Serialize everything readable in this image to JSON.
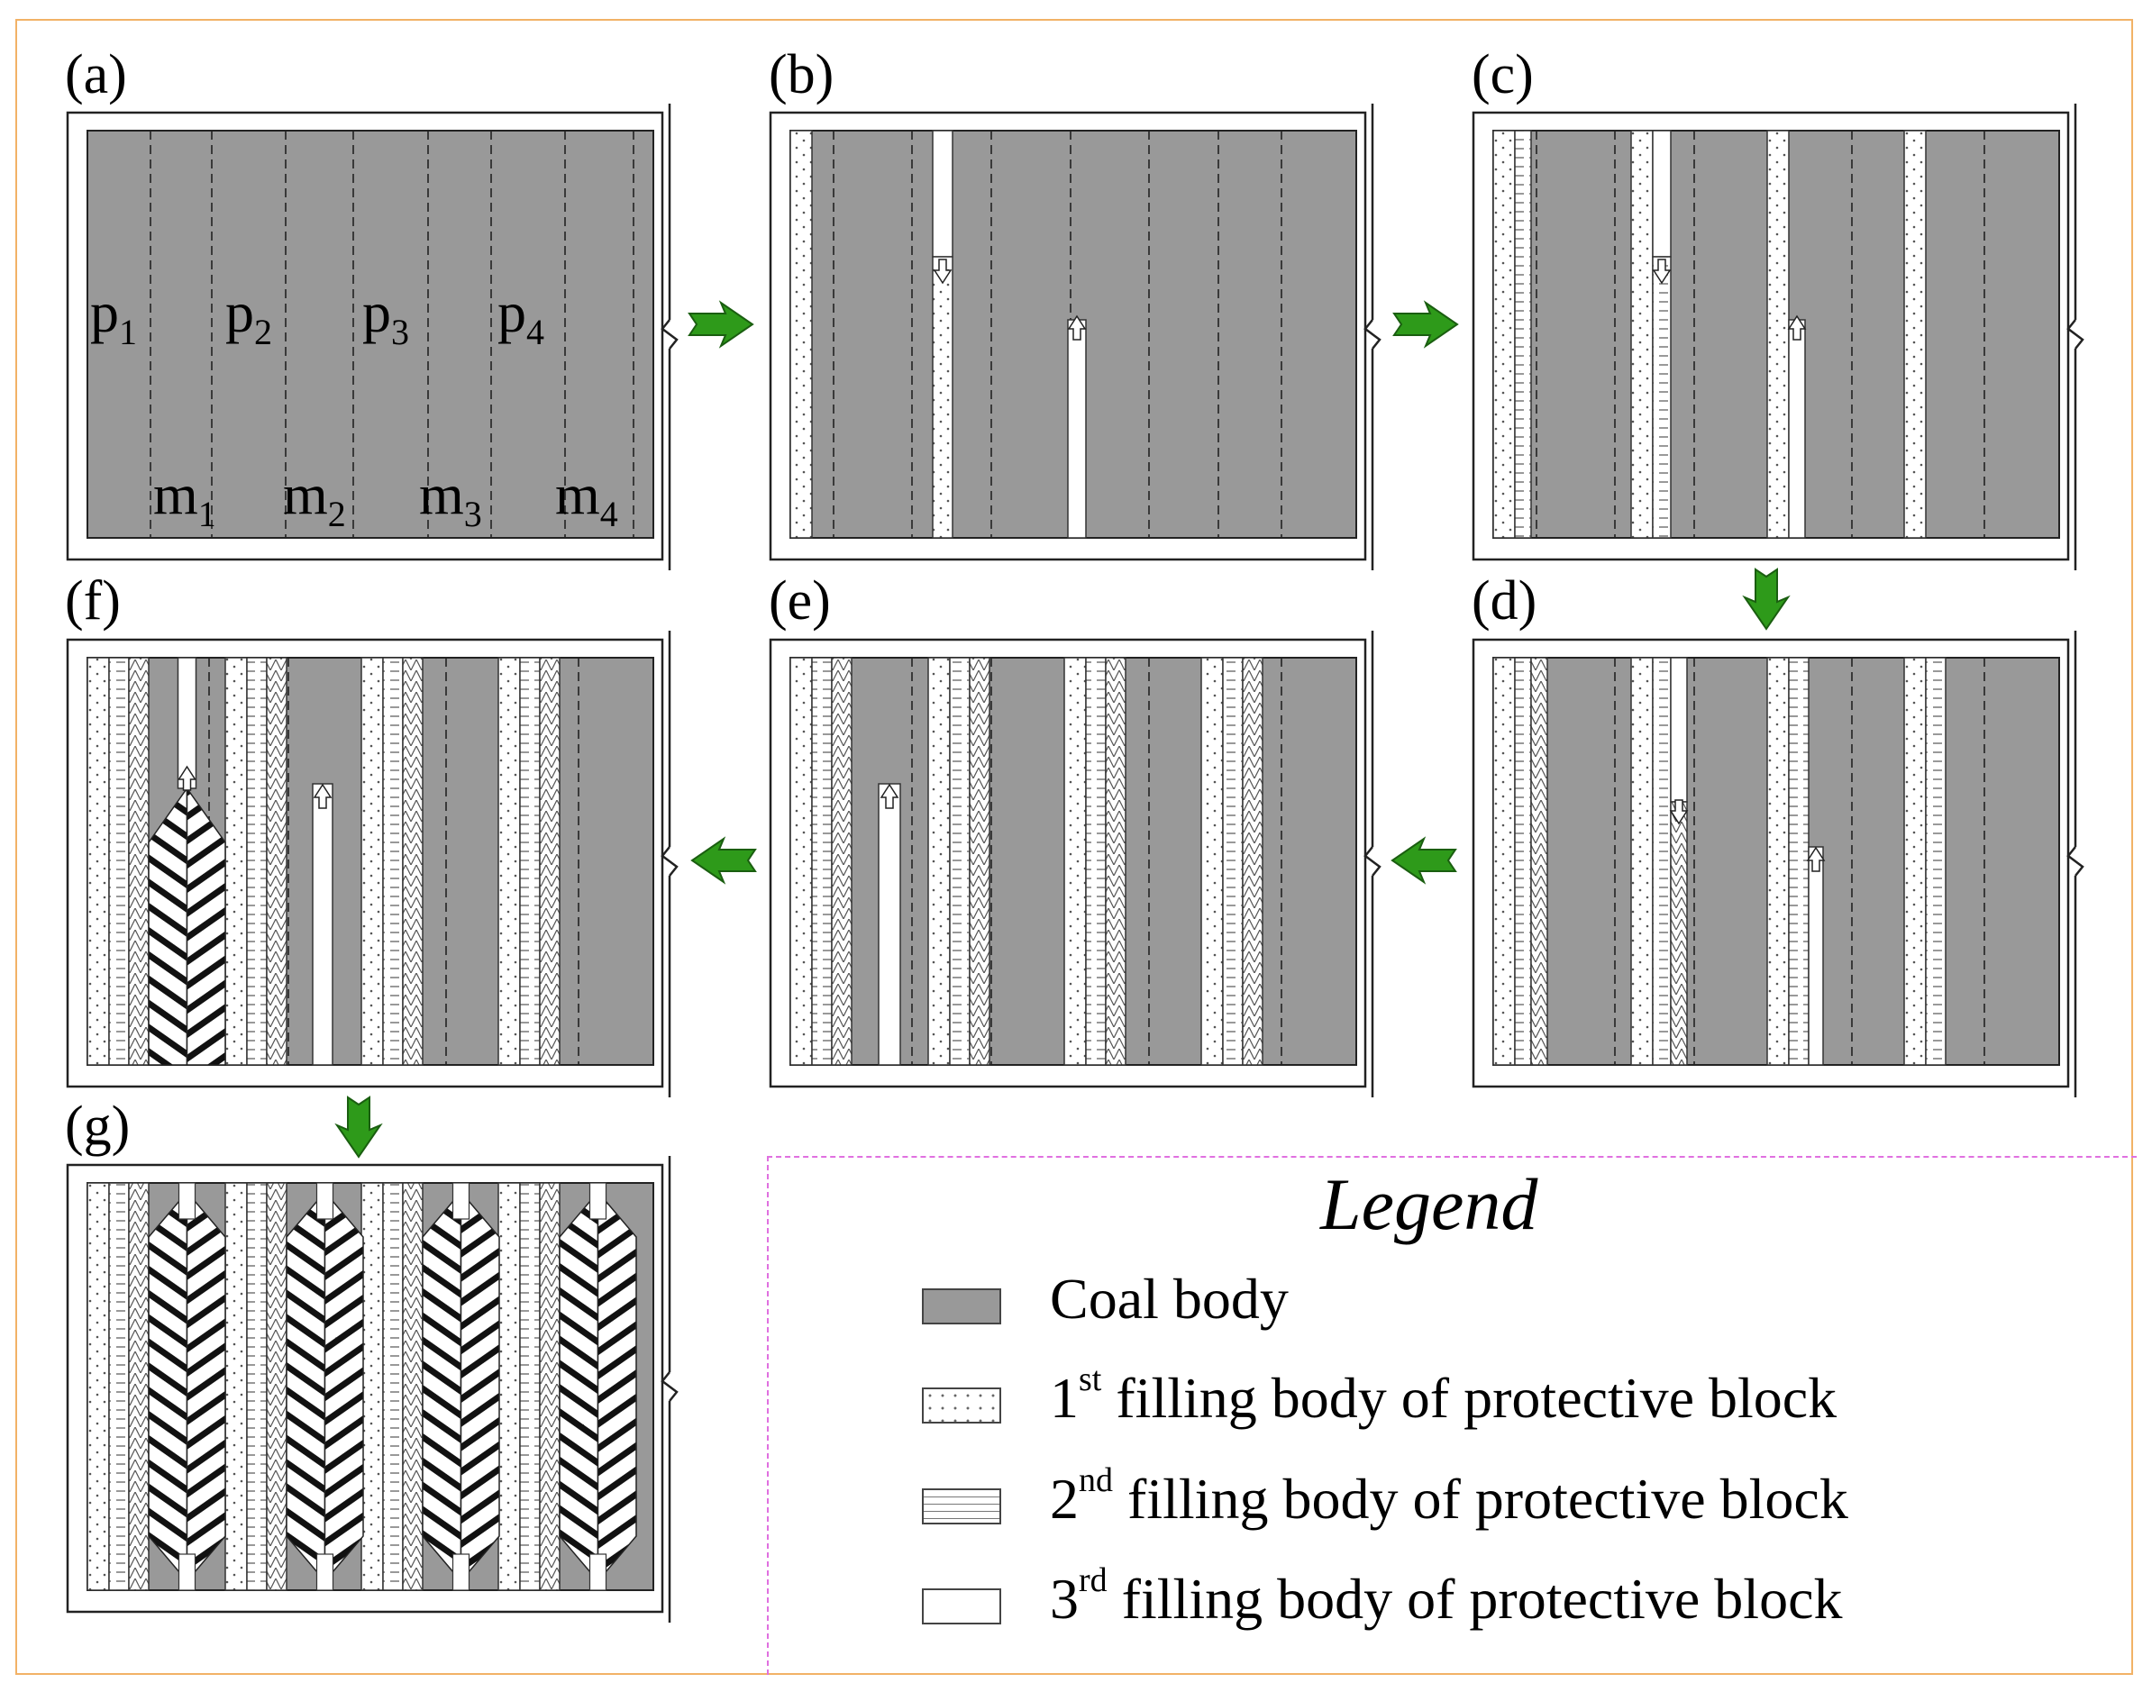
{
  "panels": [
    {
      "label": "(a)"
    },
    {
      "label": "(b)"
    },
    {
      "label": "(c)"
    },
    {
      "label": "(d)"
    },
    {
      "label": "(e)"
    },
    {
      "label": "(f)"
    },
    {
      "label": "(g)"
    }
  ],
  "panel_a_labels": {
    "p": [
      "p",
      "p",
      "p",
      "p"
    ],
    "p_sub": [
      "1",
      "2",
      "3",
      "4"
    ],
    "m": [
      "m",
      "m",
      "m",
      "m"
    ],
    "m_sub": [
      "1",
      "2",
      "3",
      "4"
    ]
  },
  "legend": {
    "title": "Legend",
    "items": [
      {
        "pre": "Coal body",
        "sup": "",
        "post": ""
      },
      {
        "pre": "1",
        "sup": "st",
        "post": " filling body of protective block"
      },
      {
        "pre": "2",
        "sup": "nd",
        "post": " filling body of protective block"
      },
      {
        "pre": "3",
        "sup": "rd",
        "post": " filling body of protective block"
      }
    ]
  },
  "colors": {
    "coal": "#999999",
    "arrow": "#2e9a1a",
    "frame": "#f2b266",
    "legend_border": "#e070e0"
  }
}
